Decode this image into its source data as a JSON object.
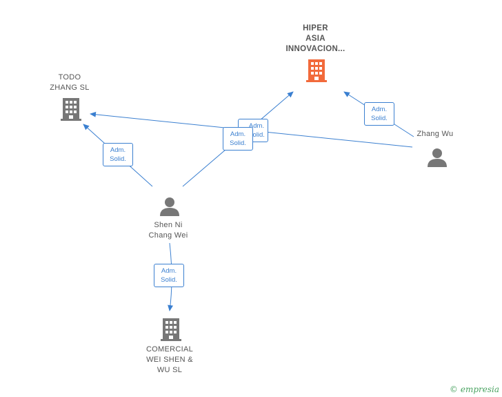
{
  "nodes": {
    "hiper": {
      "label": "HIPER\nASIA\nINNOVACION...",
      "type": "company",
      "focus": true,
      "color": "#f26a3b"
    },
    "todo": {
      "label": "TODO\nZHANG  SL",
      "type": "company",
      "color": "#777777"
    },
    "comercial": {
      "label": "COMERCIAL\nWEI SHEN &\nWU  SL",
      "type": "company",
      "color": "#777777"
    },
    "zhang_wu": {
      "label": "Zhang Wu",
      "type": "person",
      "color": "#777777"
    },
    "shen_ni": {
      "label": "Shen Ni\nChang Wei",
      "type": "person",
      "color": "#777777"
    }
  },
  "edge_label": "Adm.\nSolid.",
  "colors": {
    "edge": "#3a7fd0",
    "focus": "#f26a3b",
    "neutral": "#777777",
    "brand": "#4aa361"
  },
  "brand": {
    "copyright": "©",
    "name": "empresia"
  }
}
